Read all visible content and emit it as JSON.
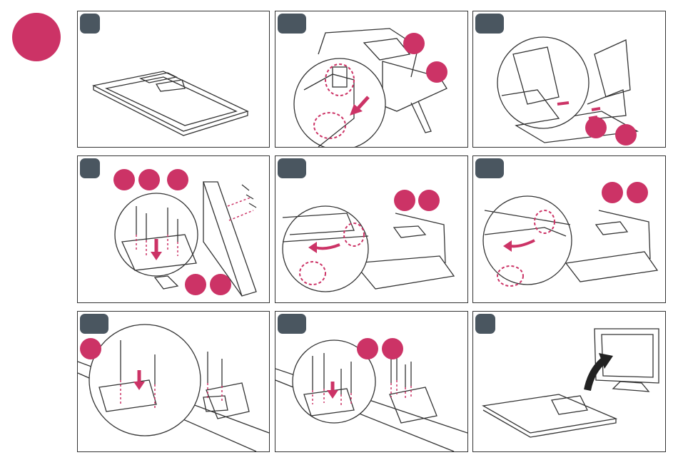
{
  "colors": {
    "accent": "#cc3366",
    "step_tab": "#4a5660",
    "outline": "#333333",
    "panel_bg": "#ffffff"
  },
  "panels": [
    {
      "id": "step-1",
      "tab": "narrow",
      "markers": 0,
      "illustration": "tv-face-down"
    },
    {
      "id": "step-2",
      "tab": "wide",
      "markers": 2,
      "illustration": "stand-body-insert-zoom"
    },
    {
      "id": "step-3",
      "tab": "wide",
      "markers": 2,
      "illustration": "stand-body-hand-assemble"
    },
    {
      "id": "step-4",
      "tab": "narrow",
      "markers": 5,
      "illustration": "screws-into-stand-neck"
    },
    {
      "id": "step-5",
      "tab": "wide",
      "markers": 2,
      "illustration": "hook-slide-zoom"
    },
    {
      "id": "step-6",
      "tab": "wide",
      "markers": 2,
      "illustration": "hook-slide-zoom-alt"
    },
    {
      "id": "step-7",
      "tab": "wide",
      "markers": 1,
      "illustration": "screws-into-base-bracket"
    },
    {
      "id": "step-8",
      "tab": "wide",
      "markers": 2,
      "illustration": "four-screws-into-base"
    },
    {
      "id": "step-9",
      "tab": "narrow",
      "markers": 0,
      "illustration": "stand-tv-upright"
    }
  ]
}
